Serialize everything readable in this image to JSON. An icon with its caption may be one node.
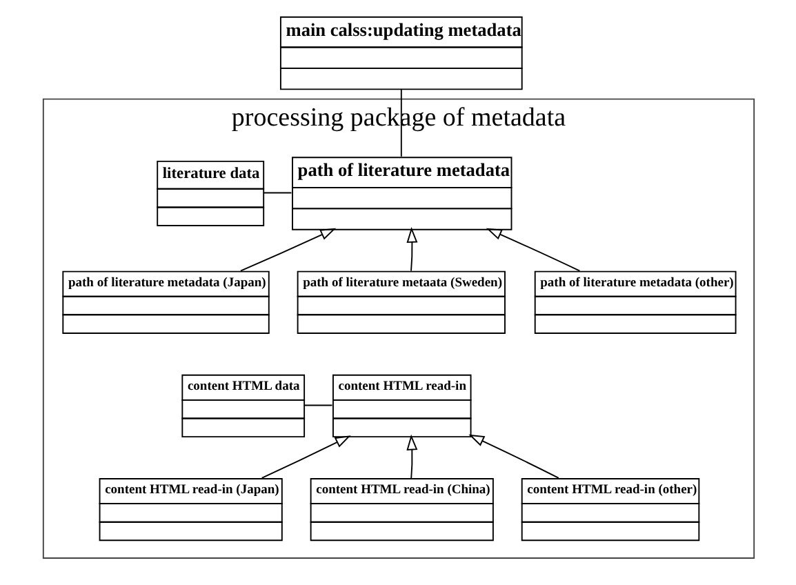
{
  "diagram": {
    "nodes": [
      {
        "text": [
          "main calss:updating metadata"
        ]
      },
      {
        "text": [
          "processing package of metadata"
        ]
      },
      {
        "text": [
          "literature data"
        ],
        "in": 1
      },
      {
        "text": [
          "path of literature metadata"
        ],
        "in": 1
      },
      {
        "text": [
          "path of literature metadata (Japan)"
        ],
        "in": 1
      },
      {
        "text": [
          "path of literature metaata (Sweden)"
        ],
        "in": 1
      },
      {
        "text": [
          "path of literature metadata (other)"
        ],
        "in": 1
      },
      {
        "text": [
          "content HTML data"
        ],
        "in": 1
      },
      {
        "text": [
          "content HTML read-in"
        ],
        "in": 1
      },
      {
        "text": [
          "content HTML read-in (Japan)"
        ],
        "in": 1
      },
      {
        "text": [
          "content HTML read-in (China)"
        ],
        "in": 1
      },
      {
        "text": [
          "content HTML read-in (other)"
        ],
        "in": 1
      }
    ],
    "edges": [
      {
        "from": 0,
        "to": 3,
        "arrow": "none"
      },
      {
        "from": 2,
        "to": 3,
        "arrow": "none"
      },
      {
        "from": 4,
        "to": 3,
        "arrow": "to"
      },
      {
        "from": 5,
        "to": 3,
        "arrow": "to"
      },
      {
        "from": 6,
        "to": 3,
        "arrow": "to"
      },
      {
        "from": 7,
        "to": 8,
        "arrow": "none"
      },
      {
        "from": 9,
        "to": 8,
        "arrow": "to"
      },
      {
        "from": 10,
        "to": 8,
        "arrow": "to"
      },
      {
        "from": 11,
        "to": 8,
        "arrow": "to"
      }
    ]
  }
}
